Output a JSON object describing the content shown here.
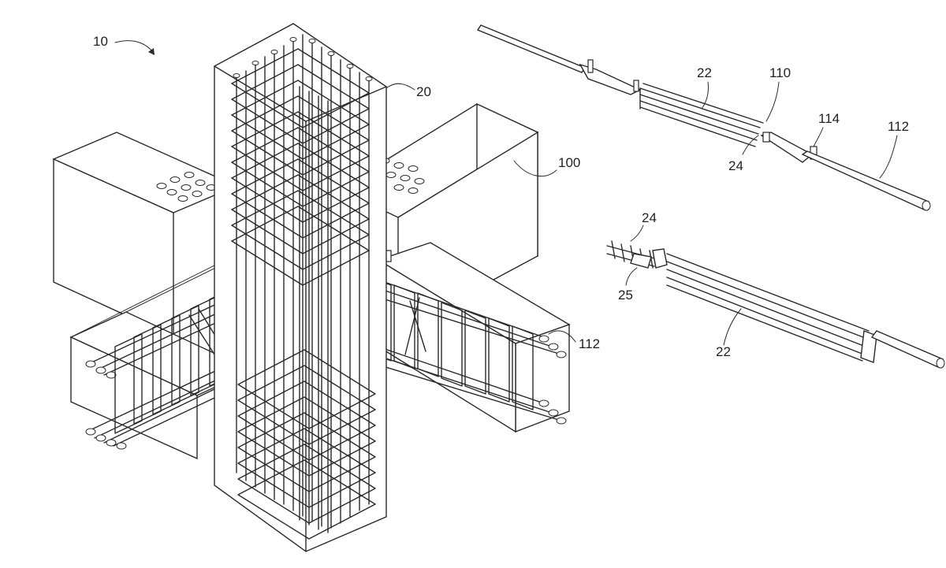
{
  "figure": {
    "labels": {
      "ref_10": "10",
      "ref_20": "20",
      "ref_100": "100",
      "ref_112_main": "112",
      "ref_22_top": "22",
      "ref_110": "110",
      "ref_114": "114",
      "ref_112_top": "112",
      "ref_24_top": "24",
      "ref_24_detail": "24",
      "ref_25": "25",
      "ref_22_detail": "22"
    }
  }
}
